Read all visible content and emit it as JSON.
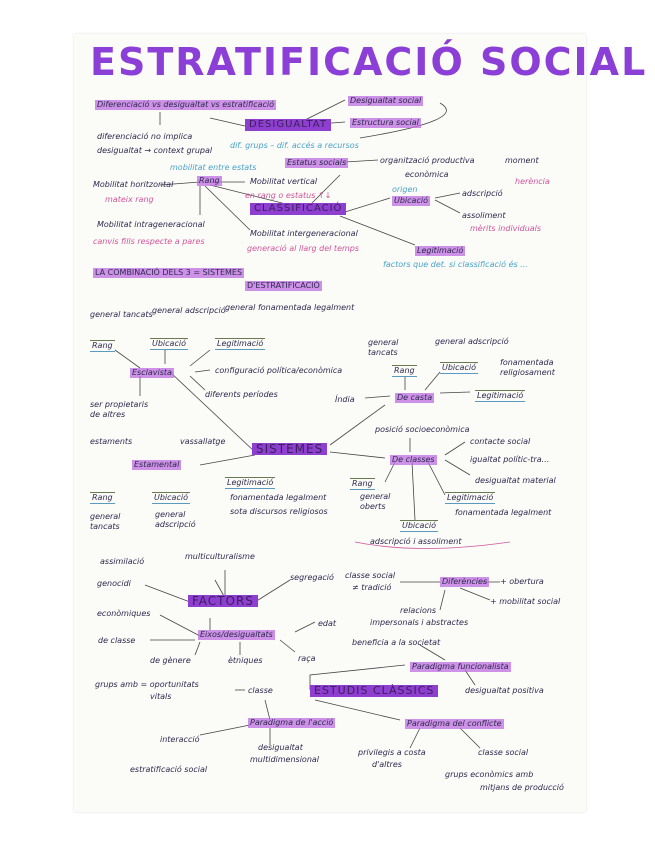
{
  "title": "ESTRATIFICACIÓ SOCIAL",
  "nodes": [
    "Diferenciació vs desigualtat vs estratificació",
    "Desigualtat social",
    "DESIGUALTAT",
    "Estructura social",
    "diferenciació no implica",
    "desigualtat → context grupal",
    "dif. grups – dif. accés a recursos",
    "Estatus socials",
    "organització productiva",
    "econòmica",
    "moment",
    "herència",
    "mobilitat entre estats",
    "Rang",
    "Mobilitat horitzontal",
    "mateix rang",
    "Mobilitat vertical",
    "en rang o estatus ↑↓",
    "origen",
    "Ubicació",
    "adscripció",
    "CLASSIFICACIÓ",
    "assoliment",
    "mèrits individuals",
    "Mobilitat intrageneracional",
    "canvis fills respecte a pares",
    "Mobilitat intergeneracional",
    "generació al llarg del temps",
    "Legitimació",
    "factors que det. si classificació és ...",
    "LA COMBINACIÓ DELS 3 = SISTEMES",
    "D'ESTRATIFICACIÓ",
    "general tancats",
    "general adscripció",
    "general fonamentada legalment",
    "Rang",
    "Ubicació",
    "Legitimació",
    "Esclavista",
    "configuració política/econòmica",
    "diferents períodes",
    "ser propietaris de altres",
    "estaments",
    "vassallatge",
    "SISTEMES",
    "Estamental",
    "Legitimació",
    "fonamentada legalment",
    "sota discursos religiosos",
    "Rang",
    "general tancats",
    "Ubicació",
    "general adscripció",
    "general tancats",
    "general adscripció",
    "Rang",
    "Ubicació",
    "fonamentada religiosament",
    "Legitimació",
    "Índia",
    "De casta",
    "posició socioeconòmica",
    "De classes",
    "contacte social",
    "igualtat polític-tra...",
    "desigualtat material",
    "Rang",
    "general oberts",
    "Legitimació",
    "fonamentada legalment",
    "Ubicació",
    "adscripció i assoliment",
    "assimilació",
    "multiculturalisme",
    "segregació",
    "genocidi",
    "FACTORS",
    "econòmiques",
    "Eixos/desigualtats",
    "edat",
    "de classe",
    "de gènere",
    "ètniques",
    "raça",
    "grups amb = oportunitats",
    "vitals",
    "classe",
    "ESTUDIS CLÀSSICS",
    "Paradigma de l'acció",
    "interacció",
    "estratificació social",
    "desigualtat",
    "multidimensional",
    "classe social",
    "≠ tradició",
    "Diferències",
    "+ obertura",
    "+ mobilitat social",
    "relacions",
    "impersonals i abstractes",
    "beneficia a la societat",
    "Paradigma funcionalista",
    "desigualtat positiva",
    "Paradigma del conflicte",
    "privilegis a costa",
    "d'altres",
    "classe social",
    "grups econòmics amb",
    "mitjans de producció"
  ],
  "colors": {
    "title": "#8b3fd6",
    "highlight": "#be6ee1",
    "strong_highlight": "#8e3fd0",
    "pink": "#d0569a",
    "blue": "#4aa3c8",
    "ink": "#2e2a4e"
  }
}
